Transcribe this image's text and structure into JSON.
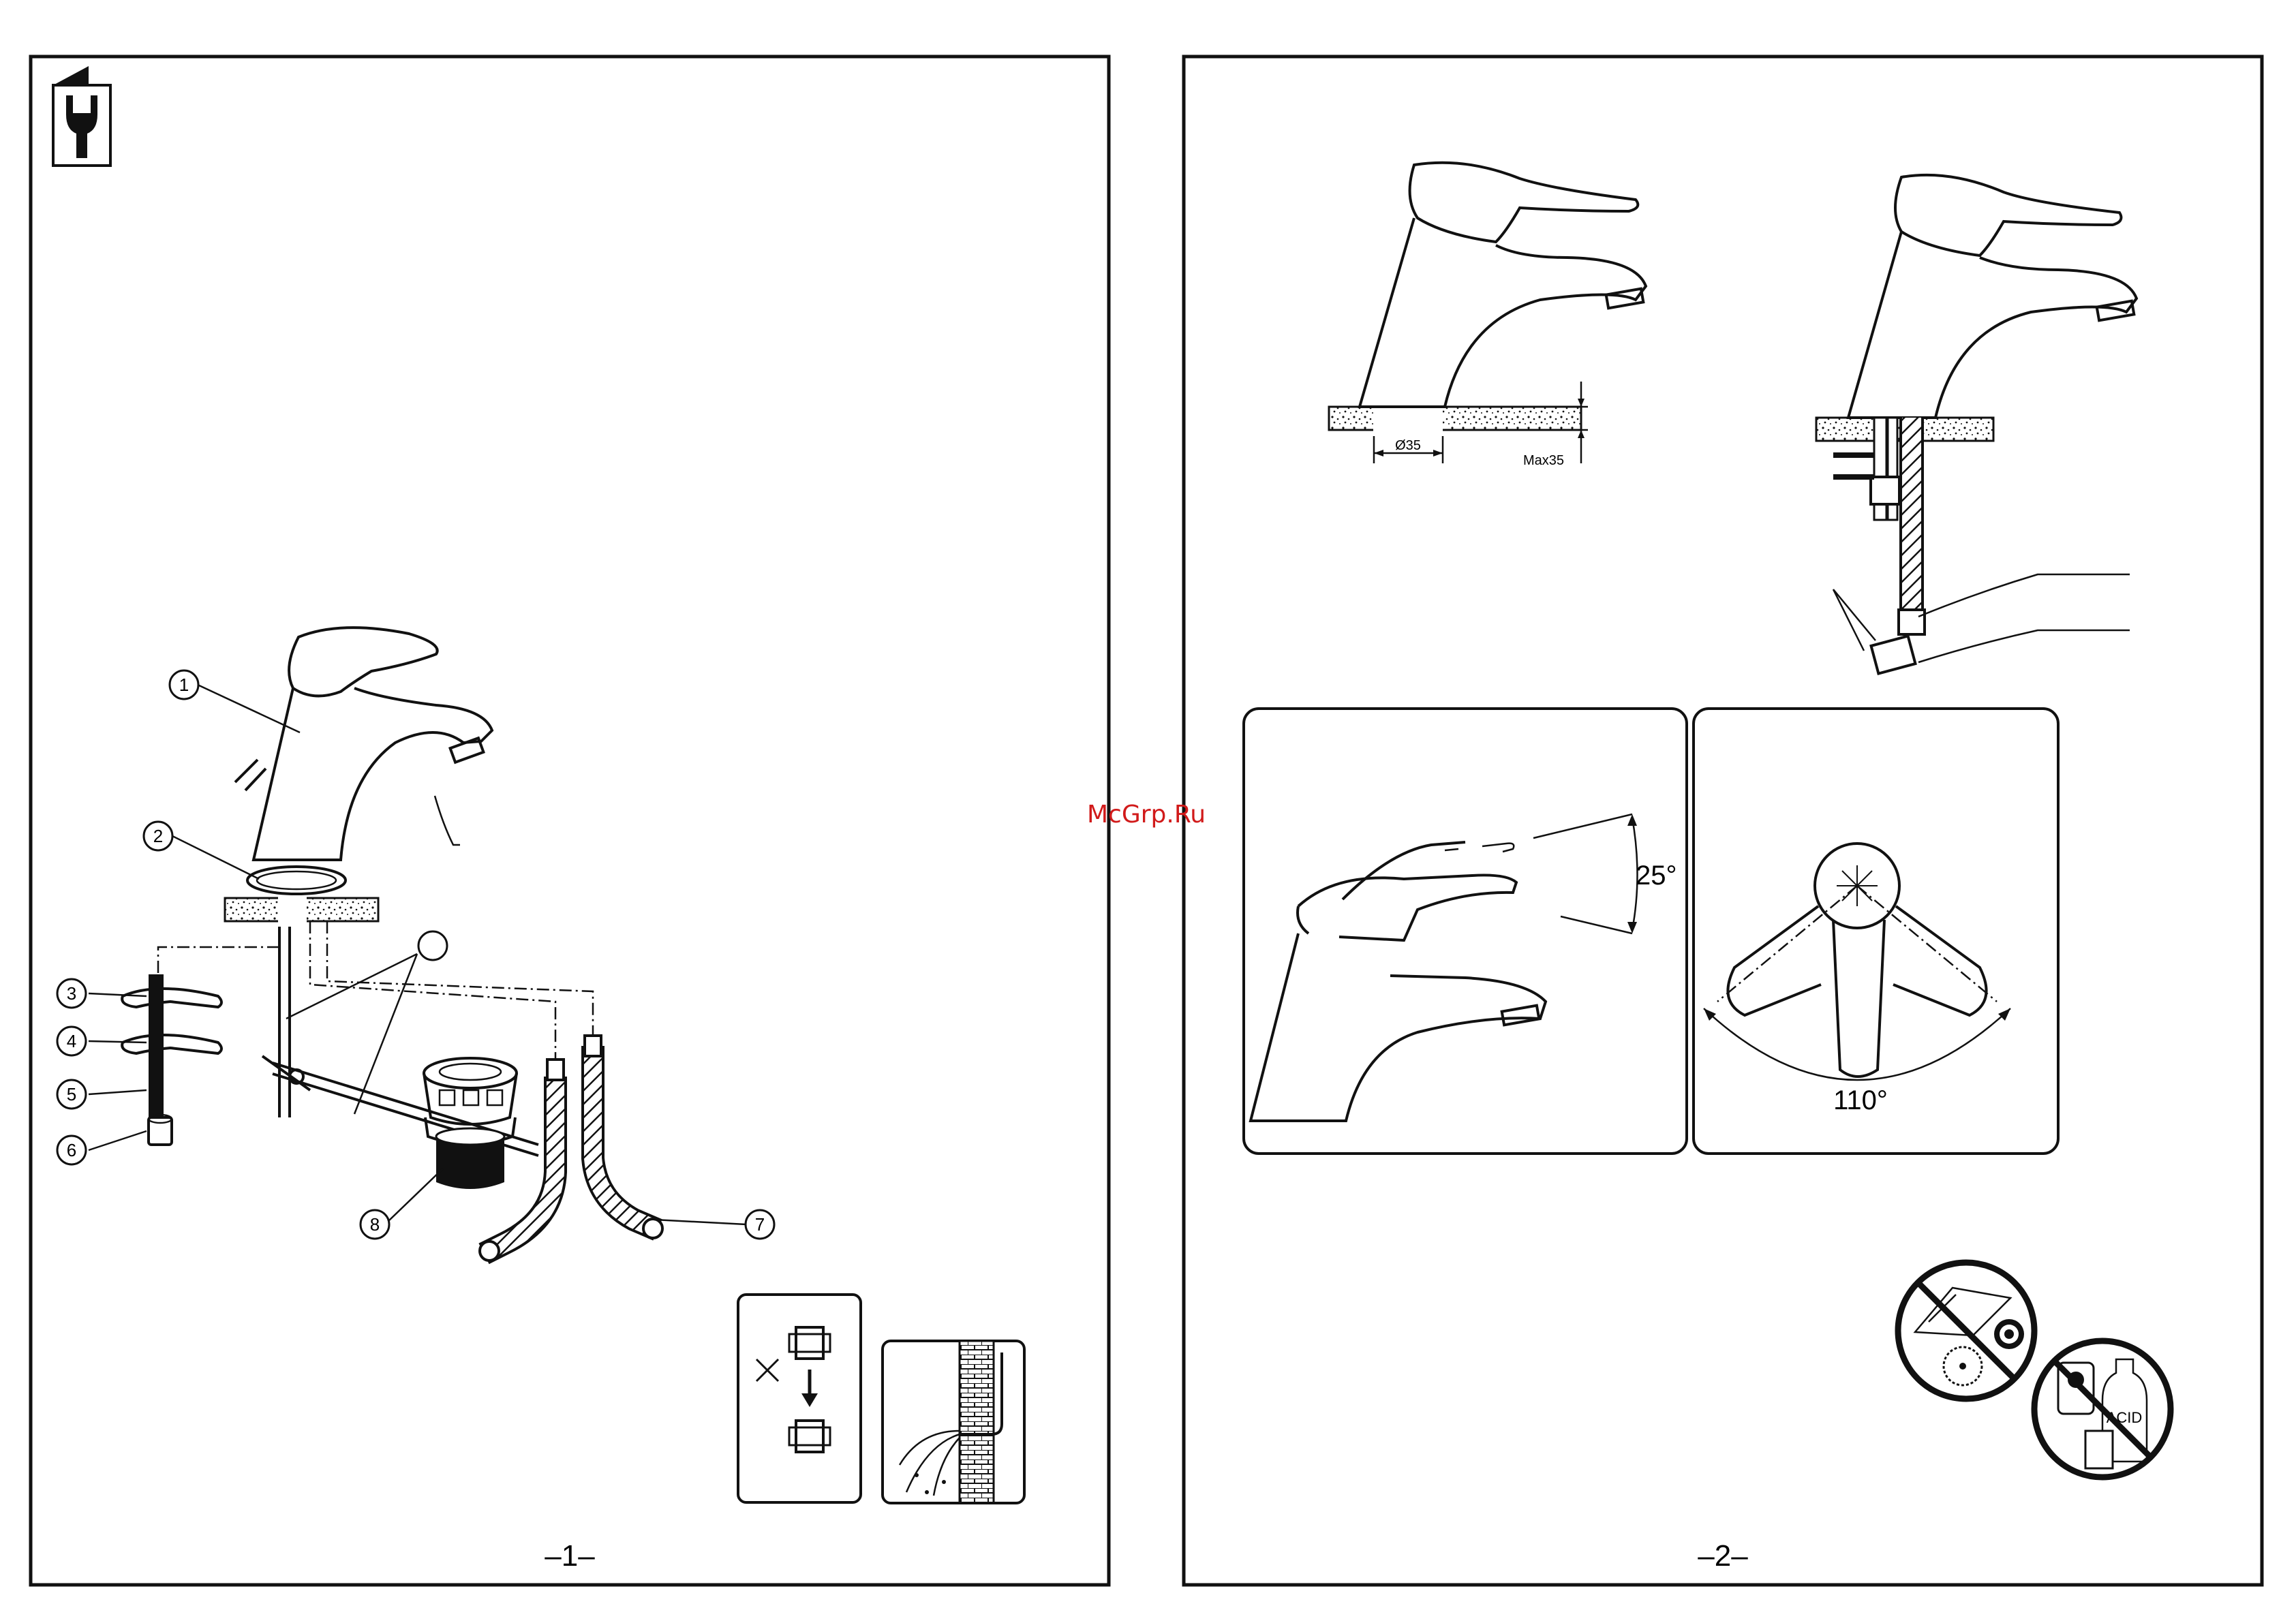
{
  "page_left": {
    "page_number": "–1–",
    "callouts": [
      "1",
      "2",
      "3",
      "4",
      "5",
      "6",
      "7",
      "8"
    ]
  },
  "page_right": {
    "page_number": "–2–",
    "dimensions": {
      "hole_diameter": "Ø35",
      "max_thickness": "Max35"
    },
    "handle_tilt_angle": "25°",
    "handle_rotation_angle": "110°",
    "acid_label": "ACID"
  },
  "watermark": "McGrp.Ru",
  "icons": [
    "wrench-icon",
    "cross-mark-icon",
    "down-arrow-icon",
    "no-abrasives-icon",
    "no-chemicals-icon"
  ]
}
